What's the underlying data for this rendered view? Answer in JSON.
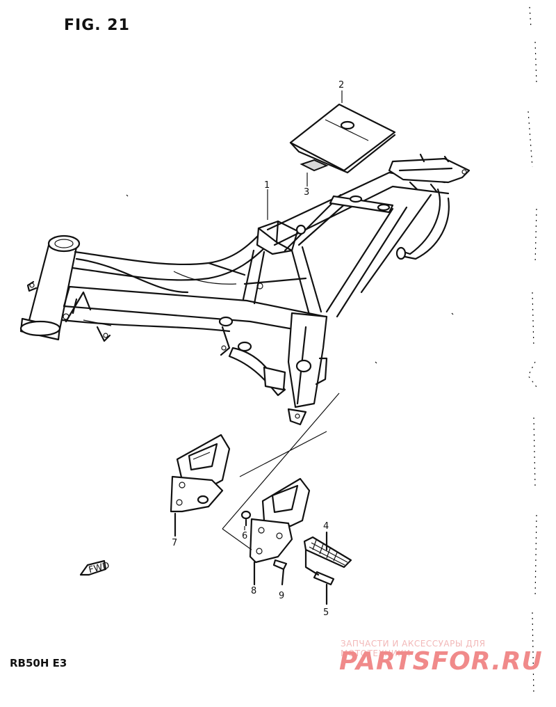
{
  "figure": {
    "title": "FIG. 21",
    "model_code": "RB50H E3",
    "fwd_label": "FWD"
  },
  "callouts": [
    {
      "id": "1",
      "label": "1"
    },
    {
      "id": "2",
      "label": "2"
    },
    {
      "id": "3",
      "label": "3"
    },
    {
      "id": "4",
      "label": "4"
    },
    {
      "id": "5",
      "label": "5"
    },
    {
      "id": "6",
      "label": "6"
    },
    {
      "id": "7",
      "label": "7"
    },
    {
      "id": "8",
      "label": "8"
    },
    {
      "id": "9",
      "label": "9"
    }
  ],
  "watermark": {
    "subtitle": "ЗАПЧАСТИ И АКСЕССУАРЫ ДЛЯ МОТОТЕХНИКИ",
    "brand": "PARTSFOR.RU",
    "color": "#f08a8a"
  }
}
